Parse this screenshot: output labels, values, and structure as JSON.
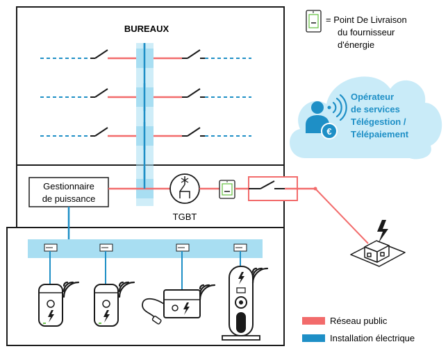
{
  "building": {
    "title": "BUREAUX"
  },
  "power_manager": {
    "line1": "Gestionnaire",
    "line2": "de puissance"
  },
  "tgbt": {
    "label": "TGBT"
  },
  "delivery_point_legend": {
    "line1": "= Point De Livraison",
    "line2": "du fournisseur",
    "line3": "d'énergie"
  },
  "cloud": {
    "line1": "Opérateur",
    "line2": "de services",
    "line3": "Télégestion /",
    "line4": "Télépaiement"
  },
  "legend": {
    "public_network": "Réseau public",
    "electrical_installation": "Installation électrique"
  },
  "colors": {
    "public_network": "#f26b6b",
    "electrical_installation": "#1e8fc6",
    "light_blue": "#a8def2",
    "cloud": "#c9ebf8",
    "cloud_text": "#1e8fc6",
    "meter_green": "#6cc24a",
    "outline": "#1a1a1a"
  },
  "icons": [
    "switch-icon",
    "breaker-icon",
    "meter-icon",
    "cloud-icon",
    "user-signal-icon",
    "euro-icon",
    "house-lightning-icon",
    "charger-icon",
    "wifi-icon",
    "socket-icon"
  ]
}
